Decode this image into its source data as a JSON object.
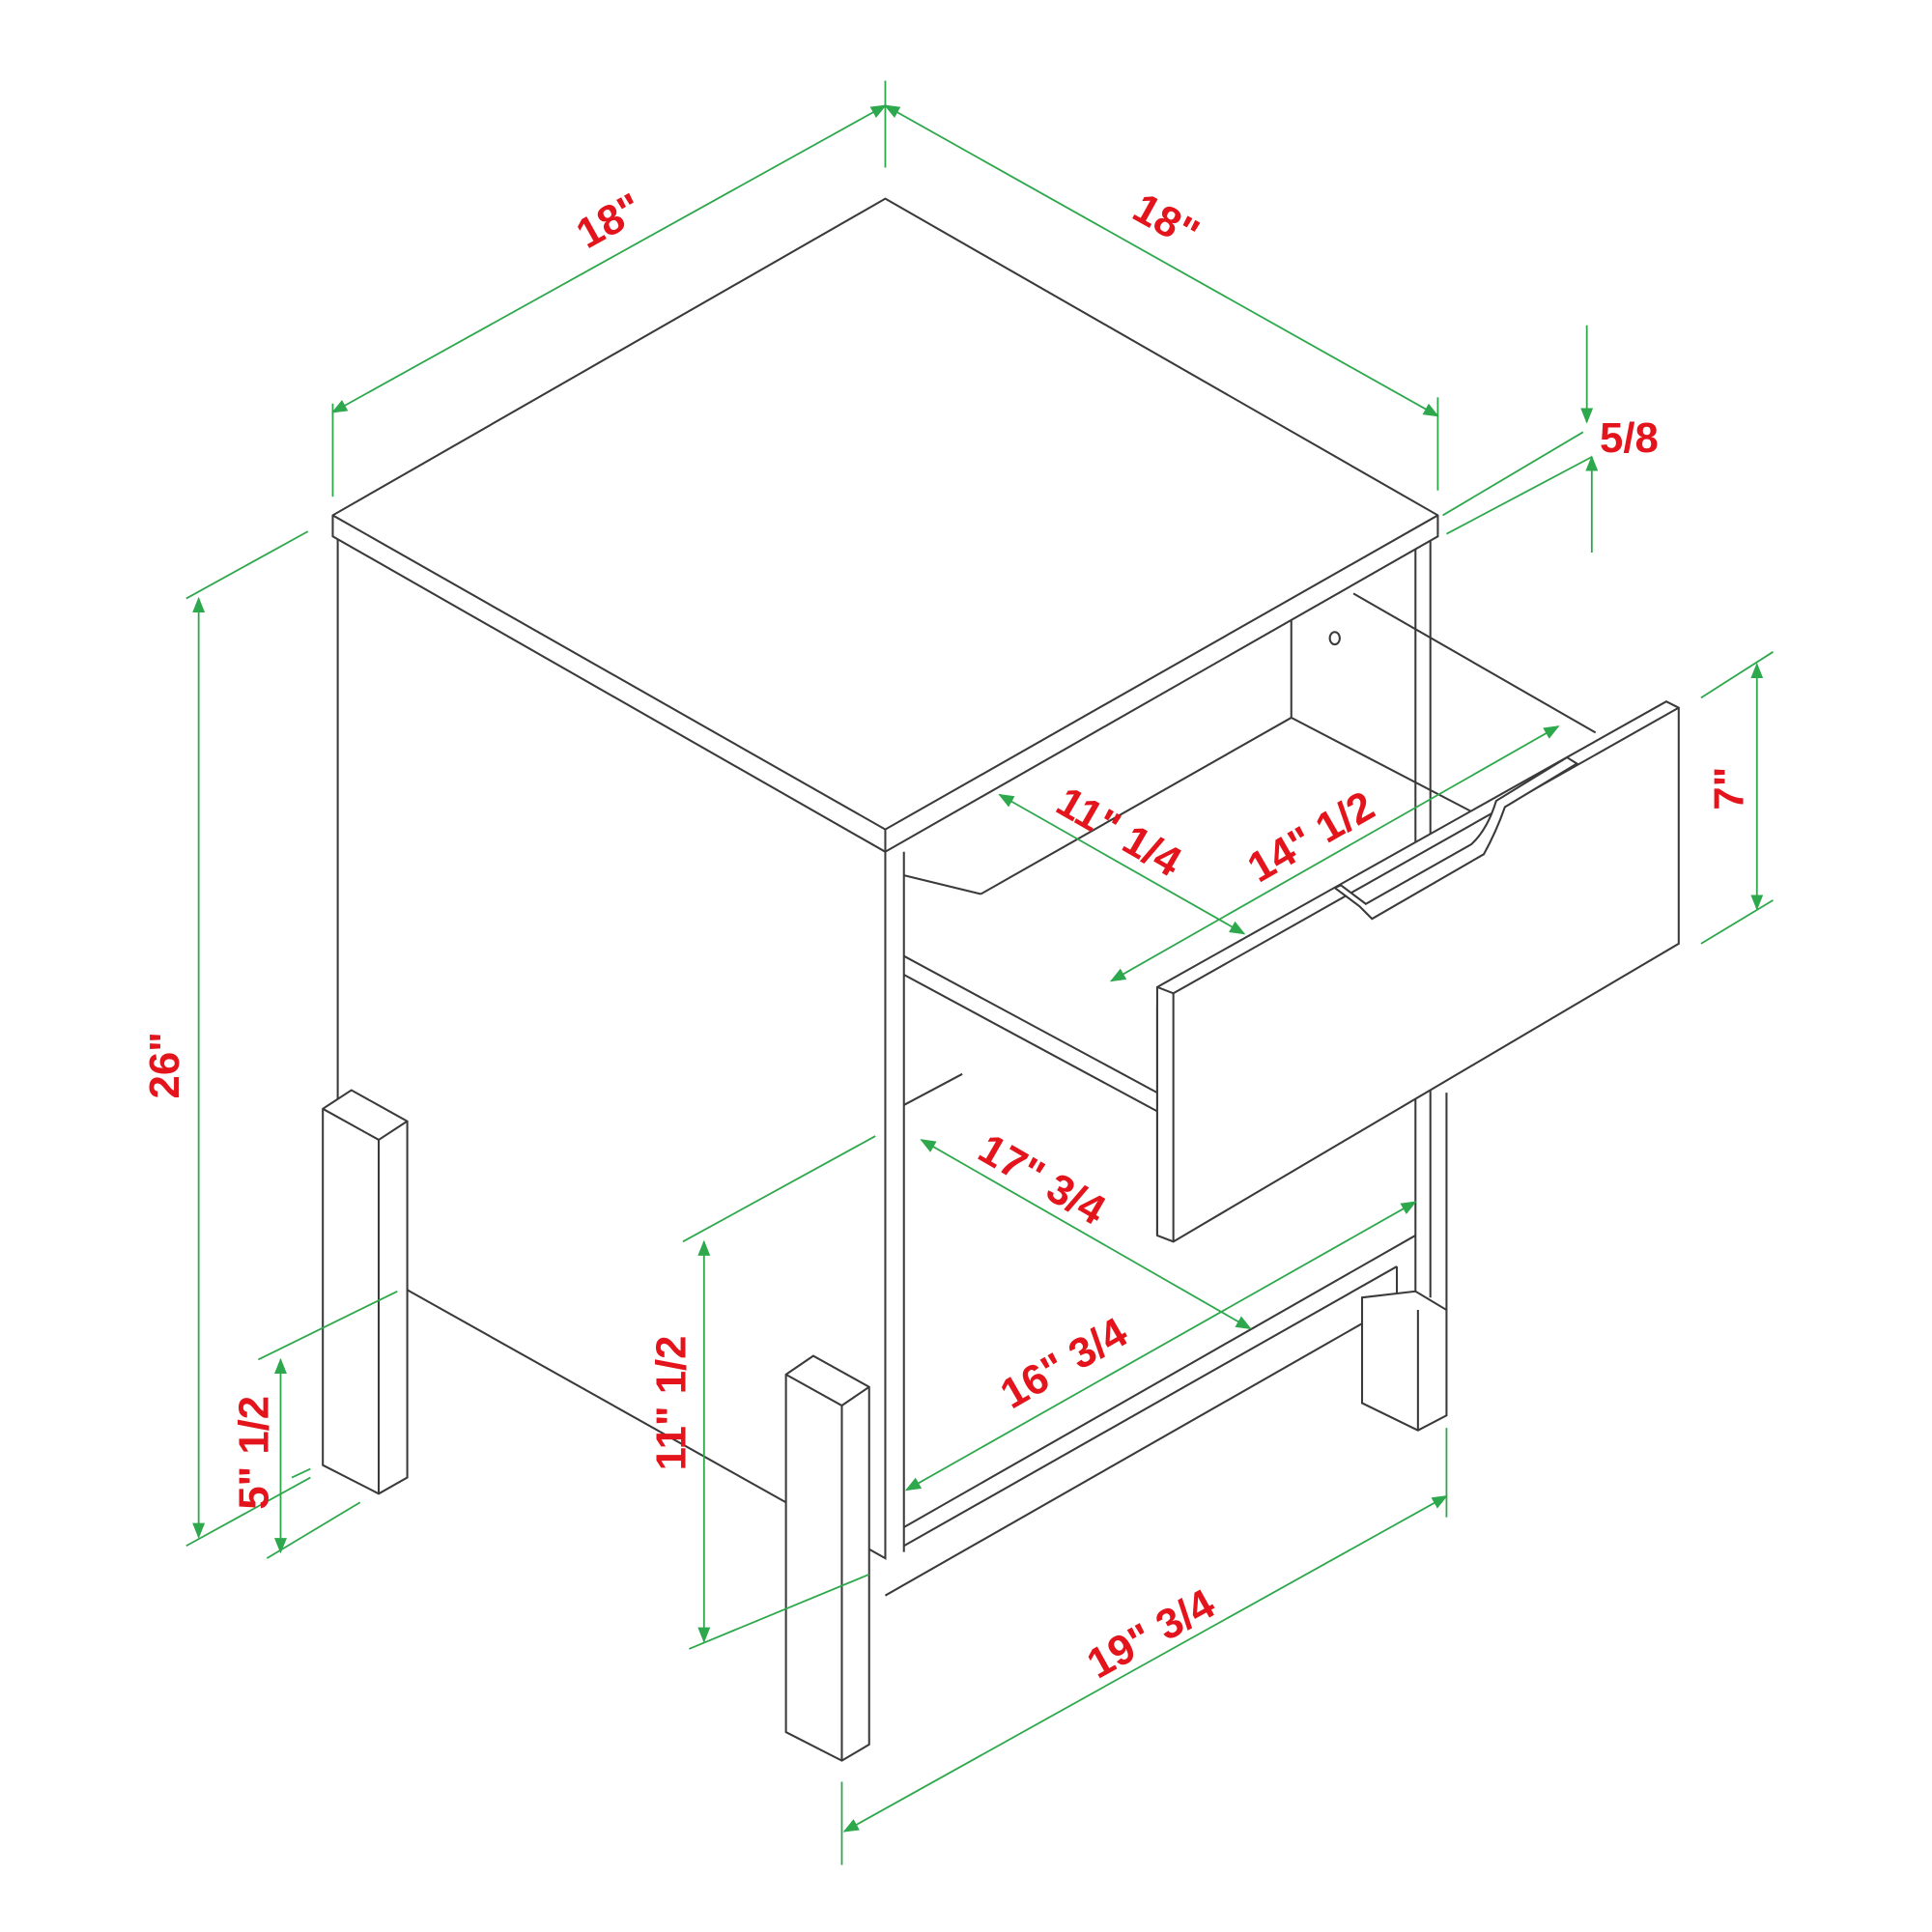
{
  "diagram": {
    "title": "Nightstand with drawer dimensions",
    "colors": {
      "line": "#3a3a3a",
      "dimension": "#2ea84c",
      "label": "#e3141b"
    },
    "labels": {
      "top_width": "18\"",
      "top_depth": "18\"",
      "top_thickness": "5/8",
      "total_height": "26\"",
      "drawer_height": "7\"",
      "drawer_inner_depth": "11\" 1/4",
      "drawer_inner_width": "14\" 1/2",
      "shelf_depth": "17\" 3/4",
      "shelf_width": "16\" 3/4",
      "shelf_clearance_height": "11\" 1/2",
      "leg_height": "5\" 1/2",
      "base_width": "19\" 3/4"
    }
  }
}
